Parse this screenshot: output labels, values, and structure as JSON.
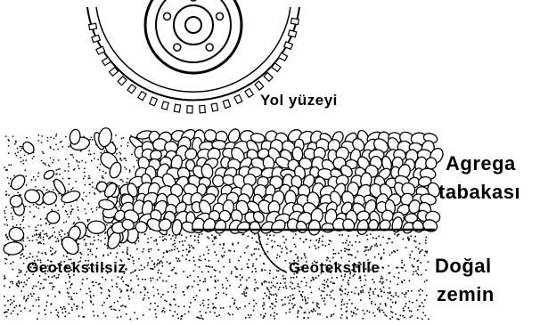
{
  "labels": {
    "road_surface": "Yol yüzeyi",
    "aggregate_line1": "Agrega",
    "aggregate_line2": "tabakası",
    "without_geotextile": "Geotekstilsiz",
    "with_geotextile": "Geotekstille",
    "natural_ground_line1": "Doğal",
    "natural_ground_line2": "zemin"
  },
  "colors": {
    "ink": "#000000",
    "background": "#ffffff"
  }
}
